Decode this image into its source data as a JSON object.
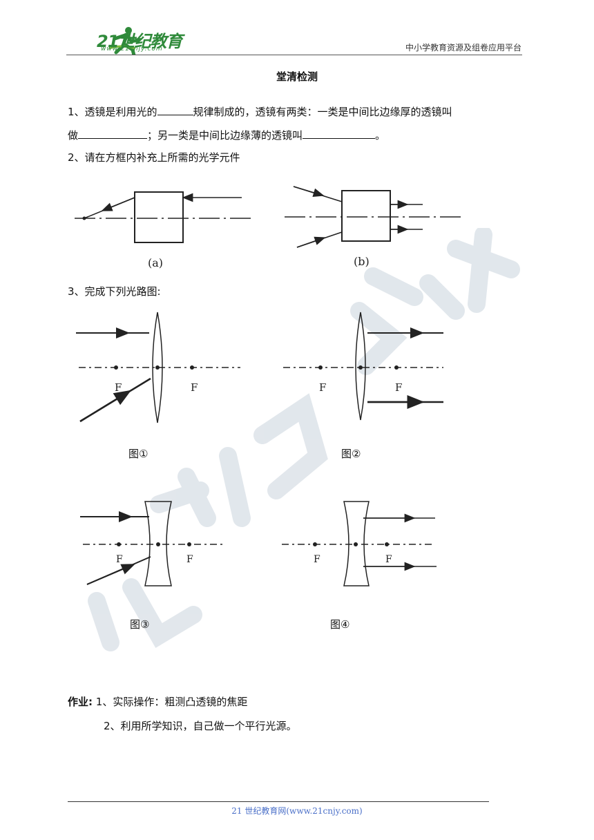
{
  "header": {
    "logo_text": "21世纪教育",
    "logo_sub": "www.21cnjy.com",
    "platform": "中小学教育资源及组卷应用平台"
  },
  "title": "堂清检测",
  "q1": {
    "line1_a": "1、透镜是利用光的",
    "line1_b": "规律制成的，透镜有两类：一类是中间比边缘厚的透镜叫",
    "line2_a": "做",
    "line2_b": "；另一类是中间比边缘薄的透镜叫",
    "line2_c": "。"
  },
  "q2": {
    "text": "2、请在方框内补充上所需的光学元件",
    "label_a": "(a)",
    "label_b": "(b)"
  },
  "q3": {
    "text": "3、完成下列光路图:",
    "focus_label": "F",
    "captions": [
      "图①",
      "图②",
      "图③",
      "图④"
    ]
  },
  "homework": {
    "label": "作业:",
    "item1": "1、实际操作：粗测凸透镜的焦距",
    "item2": "2、利用所学知识，自己做一个平行光源。"
  },
  "footer": {
    "text": "21 世纪教育网(www.21cnjy.com)"
  }
}
